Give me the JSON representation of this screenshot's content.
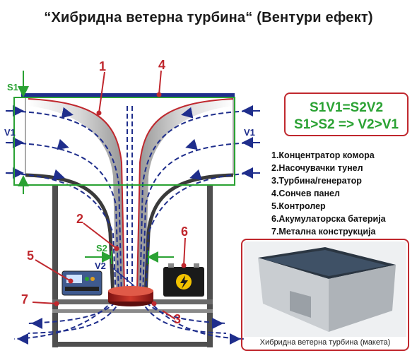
{
  "title": "“Хибридна ветерна турбина“ (Вентури ефект)",
  "diagram": {
    "numbers": [
      "1",
      "2",
      "3",
      "4",
      "5",
      "6",
      "7"
    ],
    "symbols": {
      "s1": "S1",
      "s2": "S2",
      "v1_left": "V1",
      "v1_right": "V1",
      "v2": "V2"
    }
  },
  "equations": {
    "line1": "S1V1=S2V2",
    "line2": "S1>S2 => V2>V1"
  },
  "legend": [
    "1.Концентратор комора",
    "2.Насочувачки тунел",
    "3.Турбина/генератор",
    "4.Сончев панел",
    "5.Контролер",
    "6.Акумулаторска батерија",
    "7.Метална конструкција"
  ],
  "photo": {
    "caption": "Хибридна ветерна турбина (макета)"
  },
  "colors": {
    "label_red": "#c0282e",
    "green": "#2aa233",
    "blue": "#1f2e8c",
    "structure": "#5a5a5a"
  }
}
